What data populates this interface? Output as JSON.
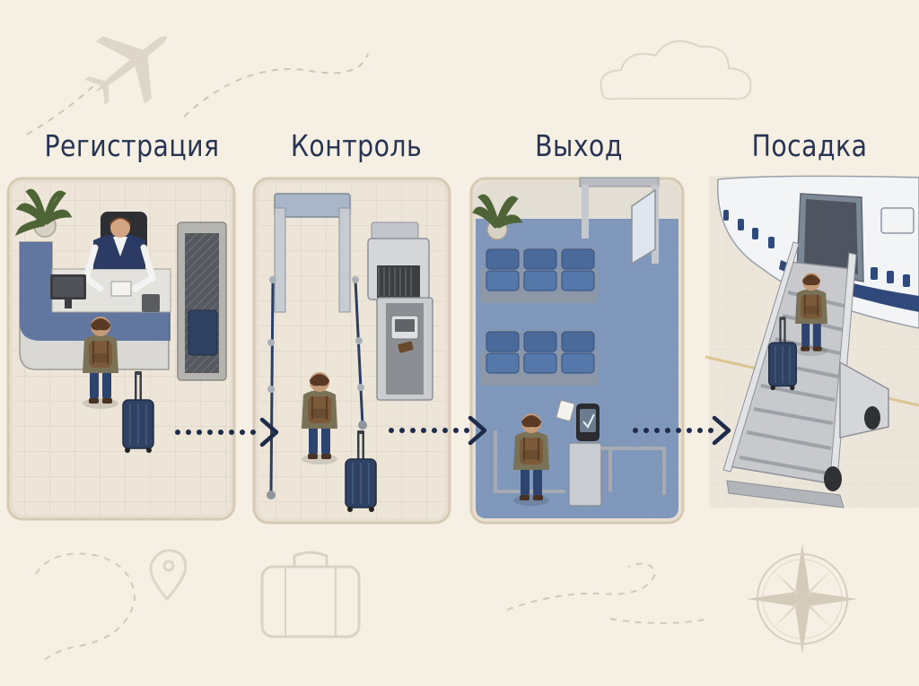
{
  "stages": [
    {
      "id": "checkin",
      "title": "Регистрация"
    },
    {
      "id": "security",
      "title": "Контроль"
    },
    {
      "id": "gate",
      "title": "Выход"
    },
    {
      "id": "boarding",
      "title": "Посадка"
    }
  ],
  "colors": {
    "background": "#f6efe3",
    "title": "#273453",
    "arrow": "#1f2b4a",
    "panel_border": "#d9cdb8",
    "panel_fill": "#ece4d6",
    "seat_blue": "#4a6a9c",
    "carpet_blue": "#7d95b8",
    "luggage_navy": "#2f4263",
    "backpack_brown": "#7a5a3c",
    "plane_white": "#f3f4f6",
    "plane_stripe": "#2f4a7a"
  },
  "icons": [
    "airplane-icon",
    "cloud-icon",
    "suitcase-icon",
    "location-pin-icon",
    "compass-rose-icon",
    "dotted-arrow-icon"
  ]
}
